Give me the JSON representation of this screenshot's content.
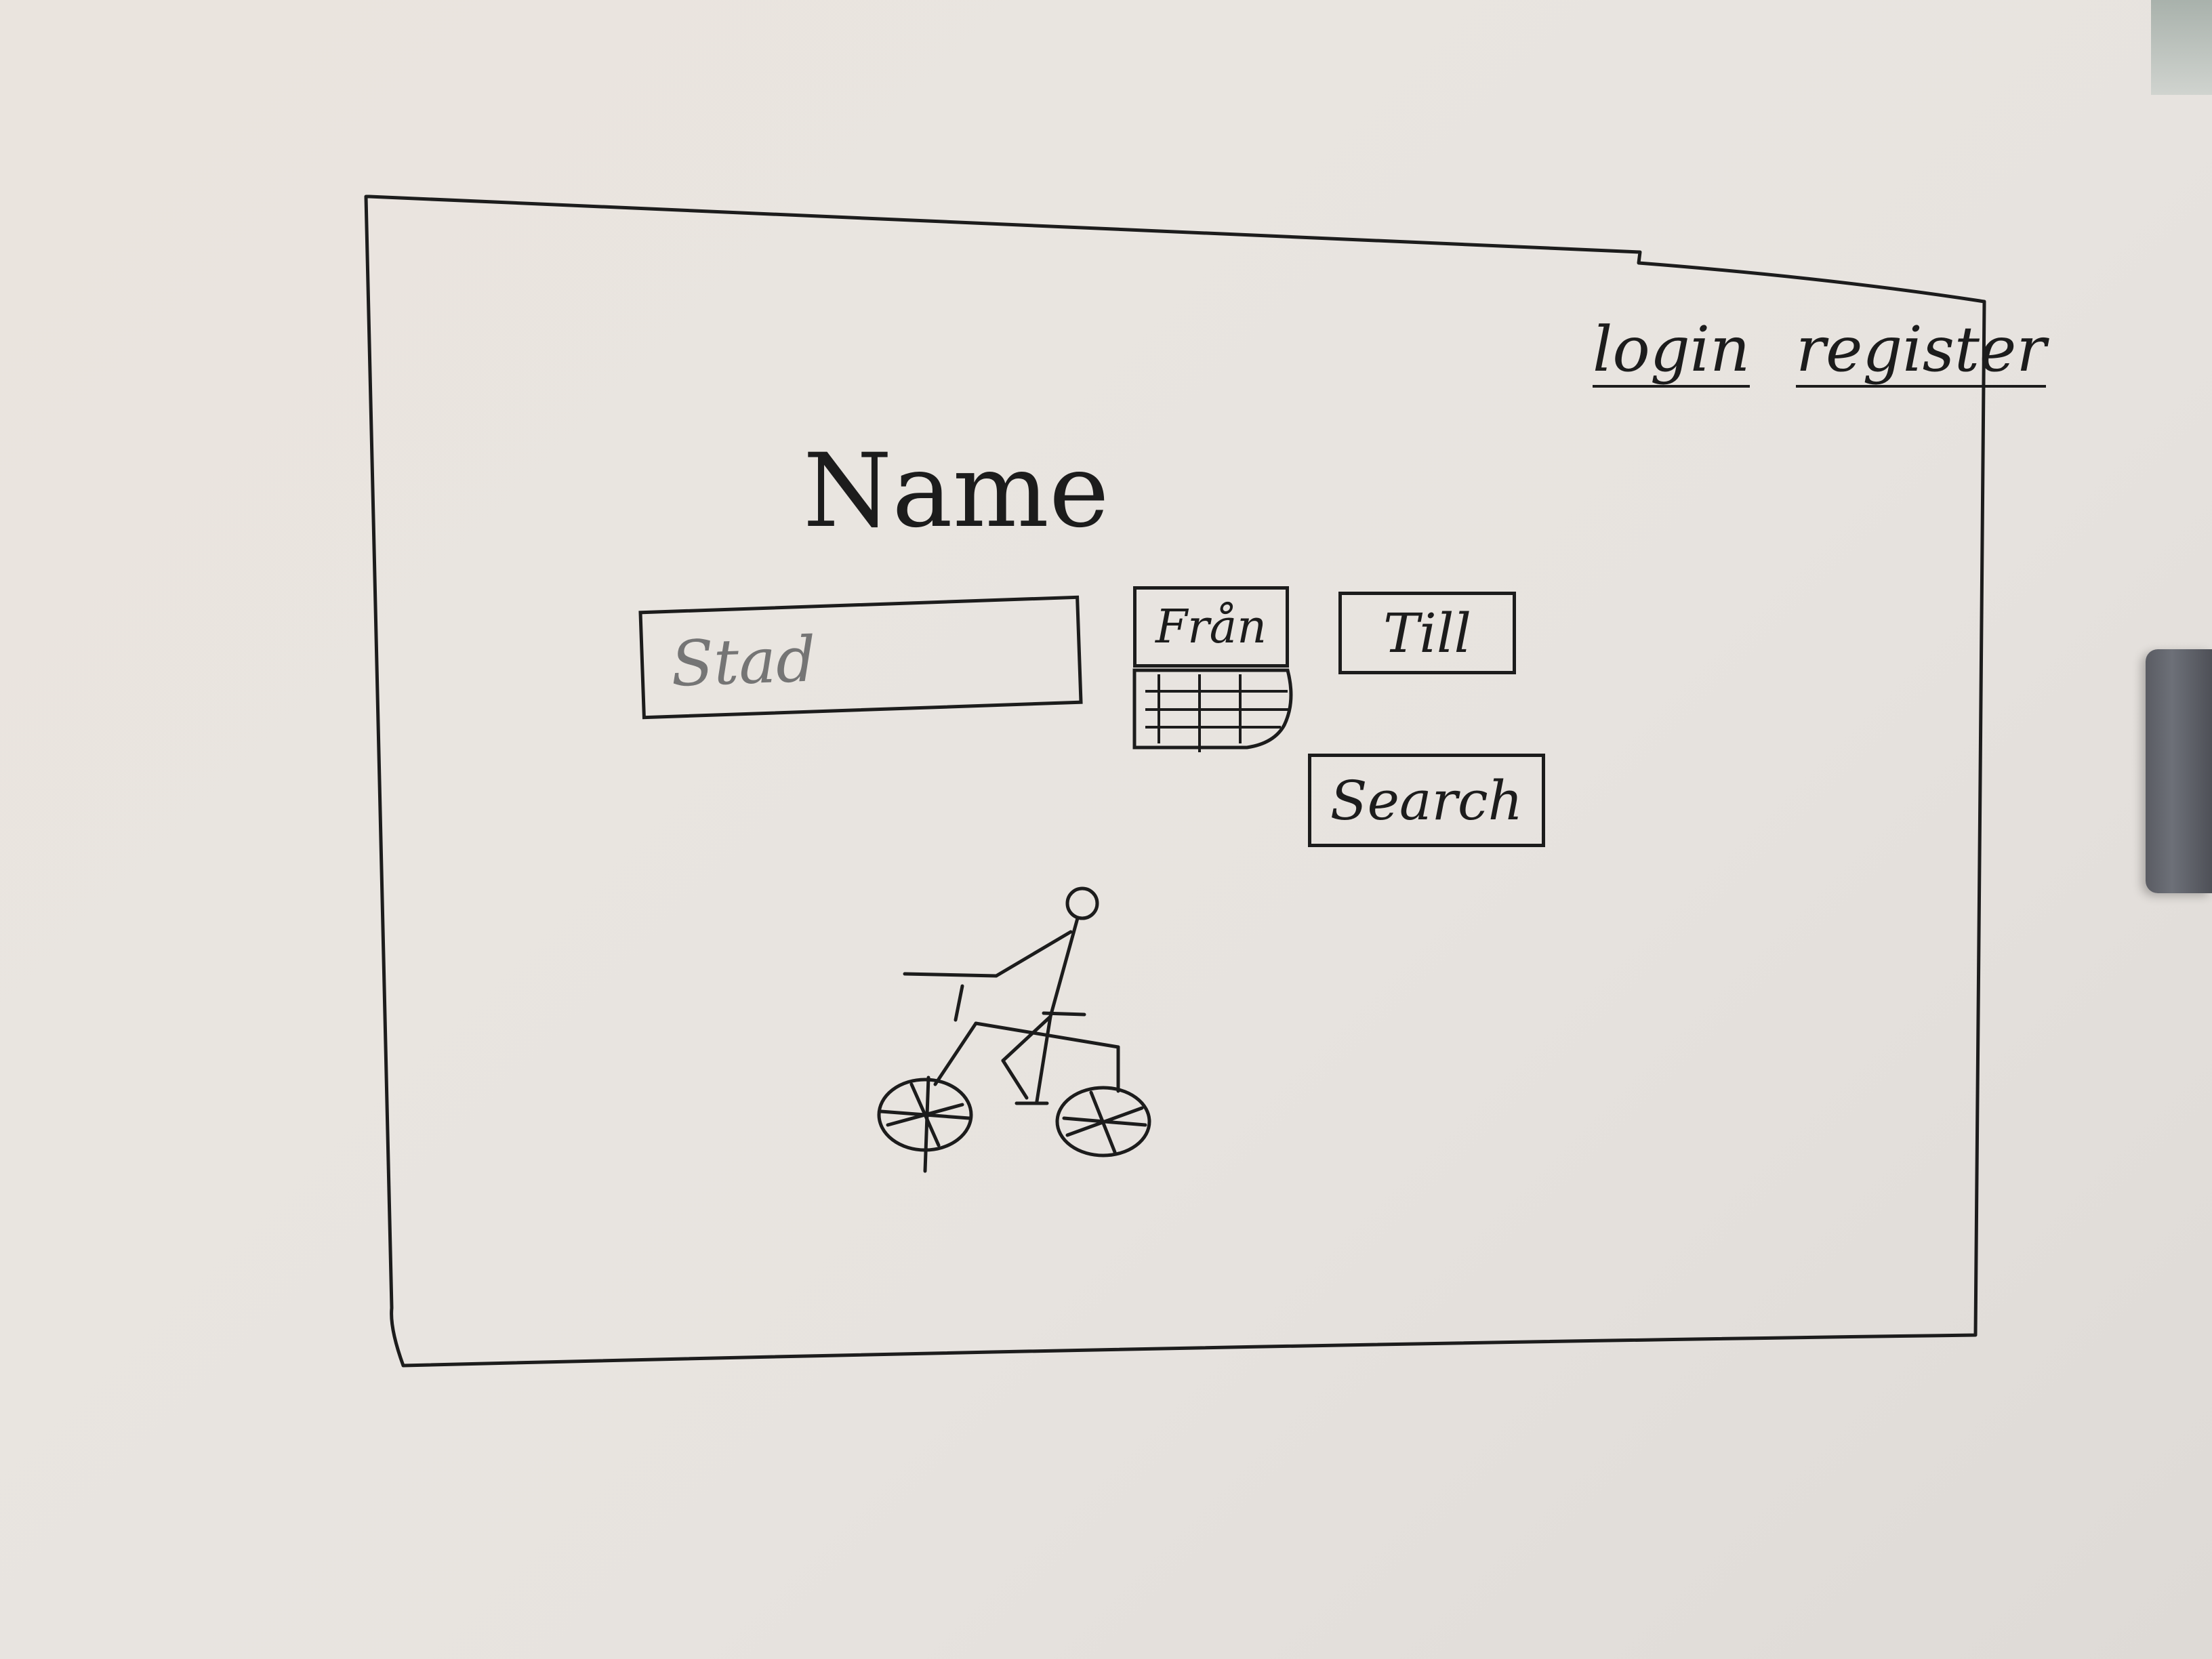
{
  "header": {
    "login_label": "login",
    "register_label": "register"
  },
  "main": {
    "title": "Name",
    "city_field": {
      "placeholder": "Stad"
    },
    "from_field": {
      "label": "Från"
    },
    "to_field": {
      "label": "Till"
    },
    "search_label": "Search"
  },
  "icons": {
    "calendar": "calendar-icon",
    "illustration": "bicycle-rider-icon"
  },
  "colors": {
    "ink": "#1c1c1c",
    "board": "#e9e5e0"
  }
}
